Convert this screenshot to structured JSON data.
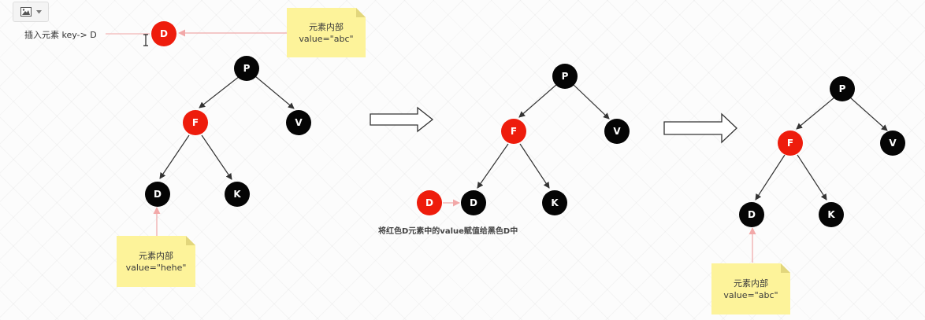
{
  "toolbar": {
    "image_icon": "image-icon",
    "dropdown_icon": "caret-down-icon"
  },
  "insert_label": "插入元素 key-> D",
  "stage1": {
    "inserted_node": {
      "key": "D",
      "color": "red"
    },
    "inserted_note": {
      "line1": "元素内部",
      "line2": "value=\"abc\""
    },
    "tree": {
      "P": "P",
      "F": "F",
      "V": "V",
      "D": "D",
      "K": "K"
    },
    "d_note": {
      "line1": "元素内部",
      "line2": "value=\"hehe\""
    }
  },
  "stage2": {
    "inserted_node": {
      "key": "D",
      "color": "red"
    },
    "tree": {
      "P": "P",
      "F": "F",
      "V": "V",
      "D": "D",
      "K": "K"
    },
    "caption": "将红色D元素中的value赋值给黑色D中"
  },
  "stage3": {
    "tree": {
      "P": "P",
      "F": "F",
      "V": "V",
      "D": "D",
      "K": "K"
    },
    "d_note": {
      "line1": "元素内部",
      "line2": "value=\"abc\""
    }
  },
  "colors": {
    "black_node": "#050505",
    "red_node": "#ee1c0c",
    "edge": "#333333",
    "note_bg": "#fdf39a",
    "pointer_line": "#f2b6b6"
  }
}
